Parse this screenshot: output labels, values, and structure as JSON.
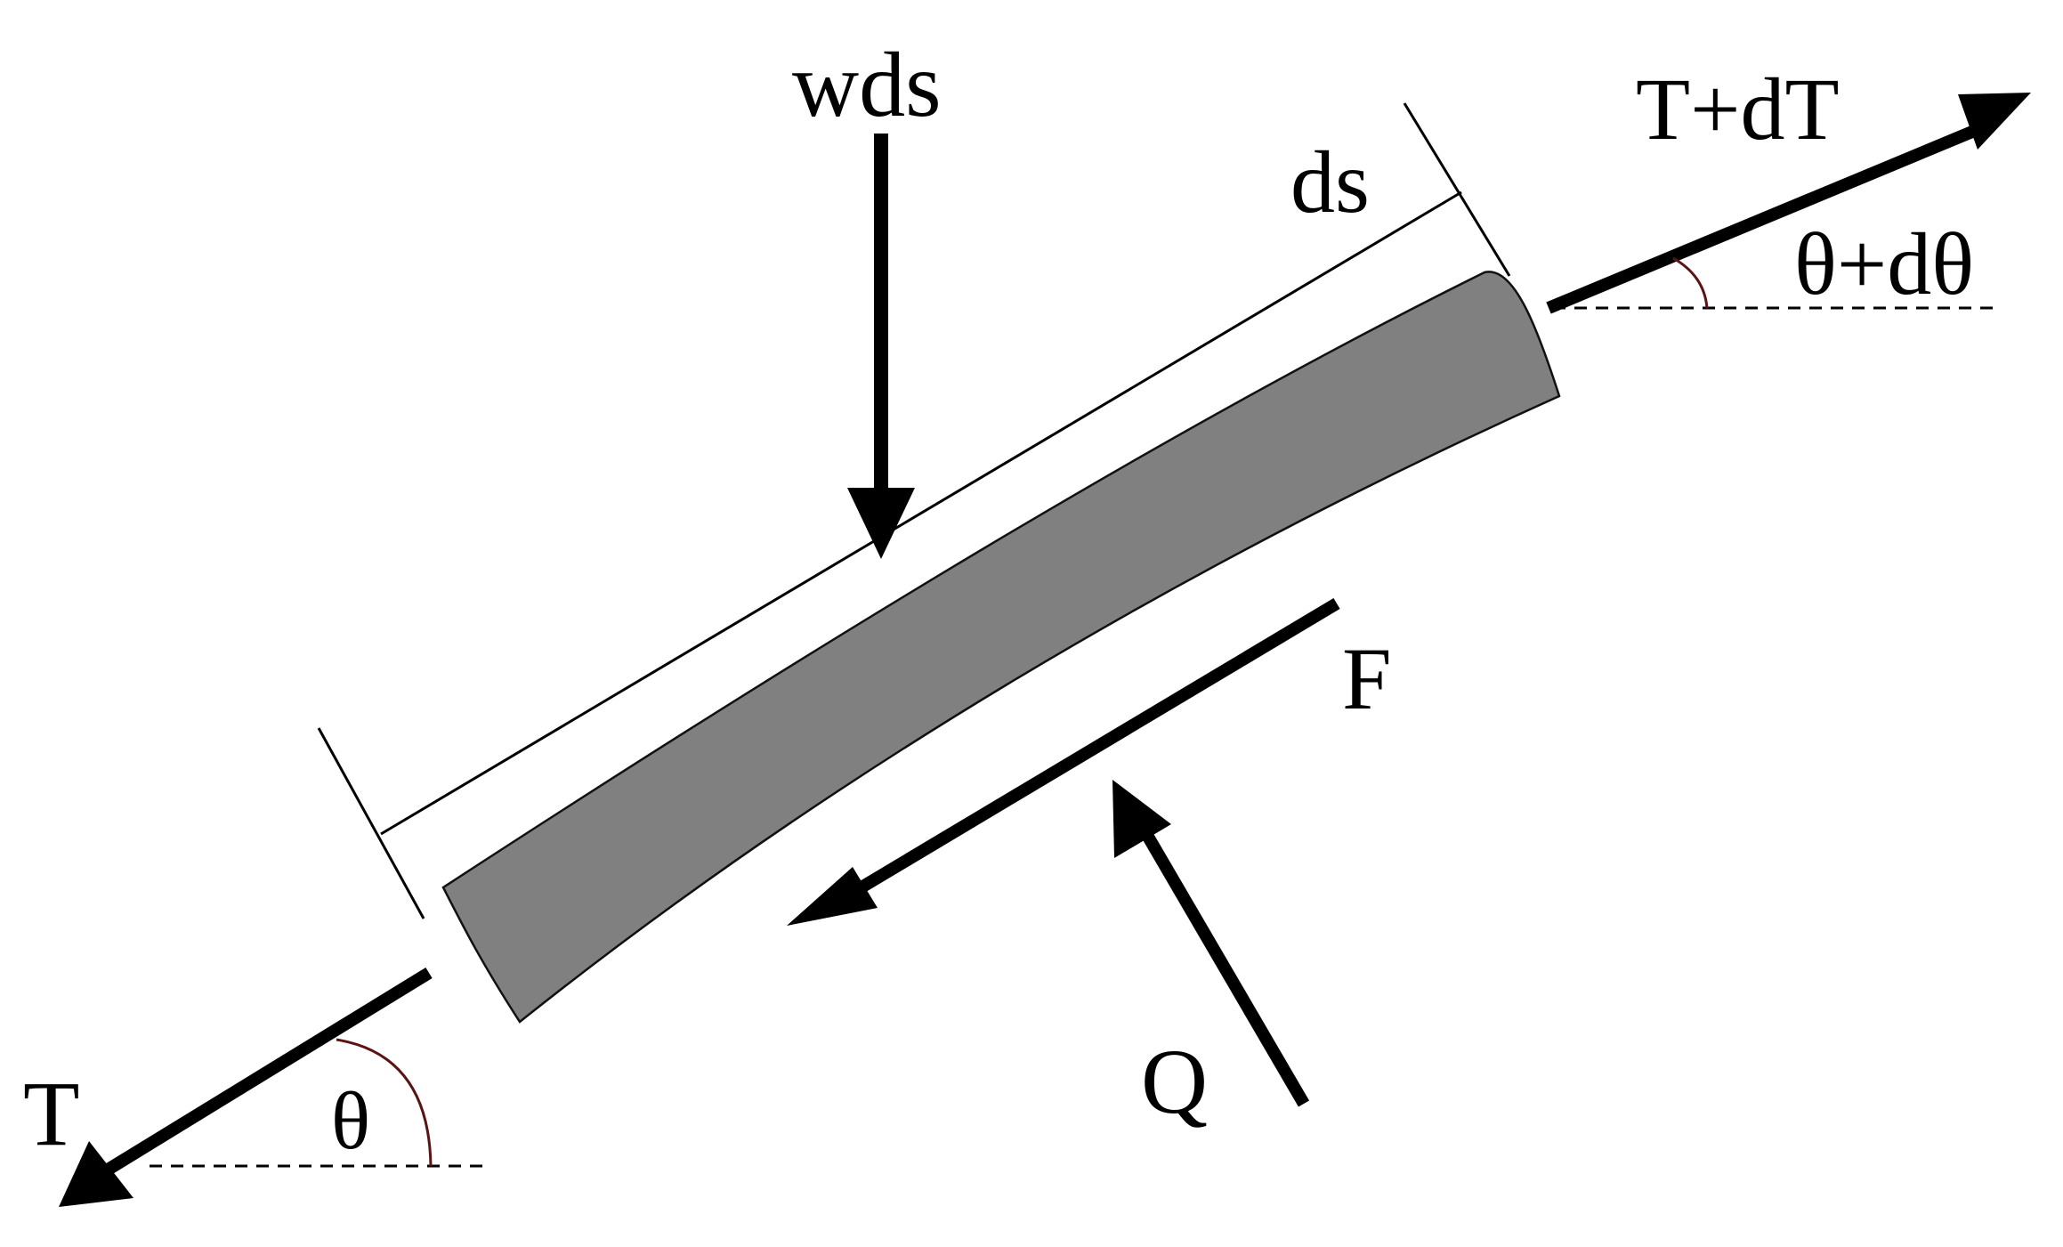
{
  "labels": {
    "load": "wds",
    "element_length": "ds",
    "tension_top": "T+dT",
    "angle_top": "θ+dθ",
    "friction": "F",
    "normal_force": "Q",
    "tension_bottom": "T",
    "angle_bottom": "θ"
  },
  "colors": {
    "element_fill": "#808080",
    "angle_arc": "#5a1414",
    "ink": "#000000"
  }
}
